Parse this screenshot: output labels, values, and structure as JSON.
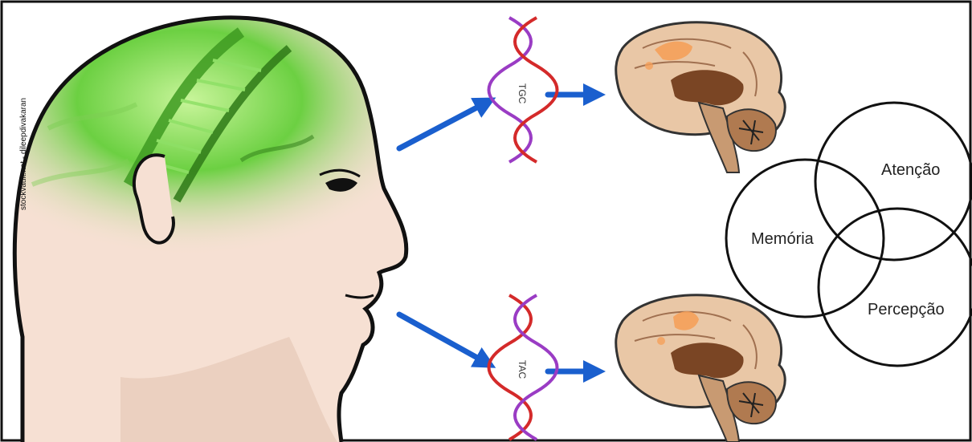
{
  "credit": "stockvault.net - dileepdivakaran",
  "codons": {
    "top": "TGC",
    "bottom": "TAC"
  },
  "venn": {
    "circle_a": "Memória",
    "circle_b": "Atenção",
    "circle_c": "Percepção"
  },
  "colors": {
    "frame": "#111111",
    "skin": "#f6e0d3",
    "skin_shadow": "#e7c9b8",
    "dna_green": "#58c23a",
    "arrow_blue": "#1a5fce",
    "helix_red": "#d42a2a",
    "helix_purple": "#9a3cc4",
    "brain_outer": "#e9c7a6",
    "brain_inner": "#7a4524",
    "brain_highlight": "#f5a05a"
  }
}
